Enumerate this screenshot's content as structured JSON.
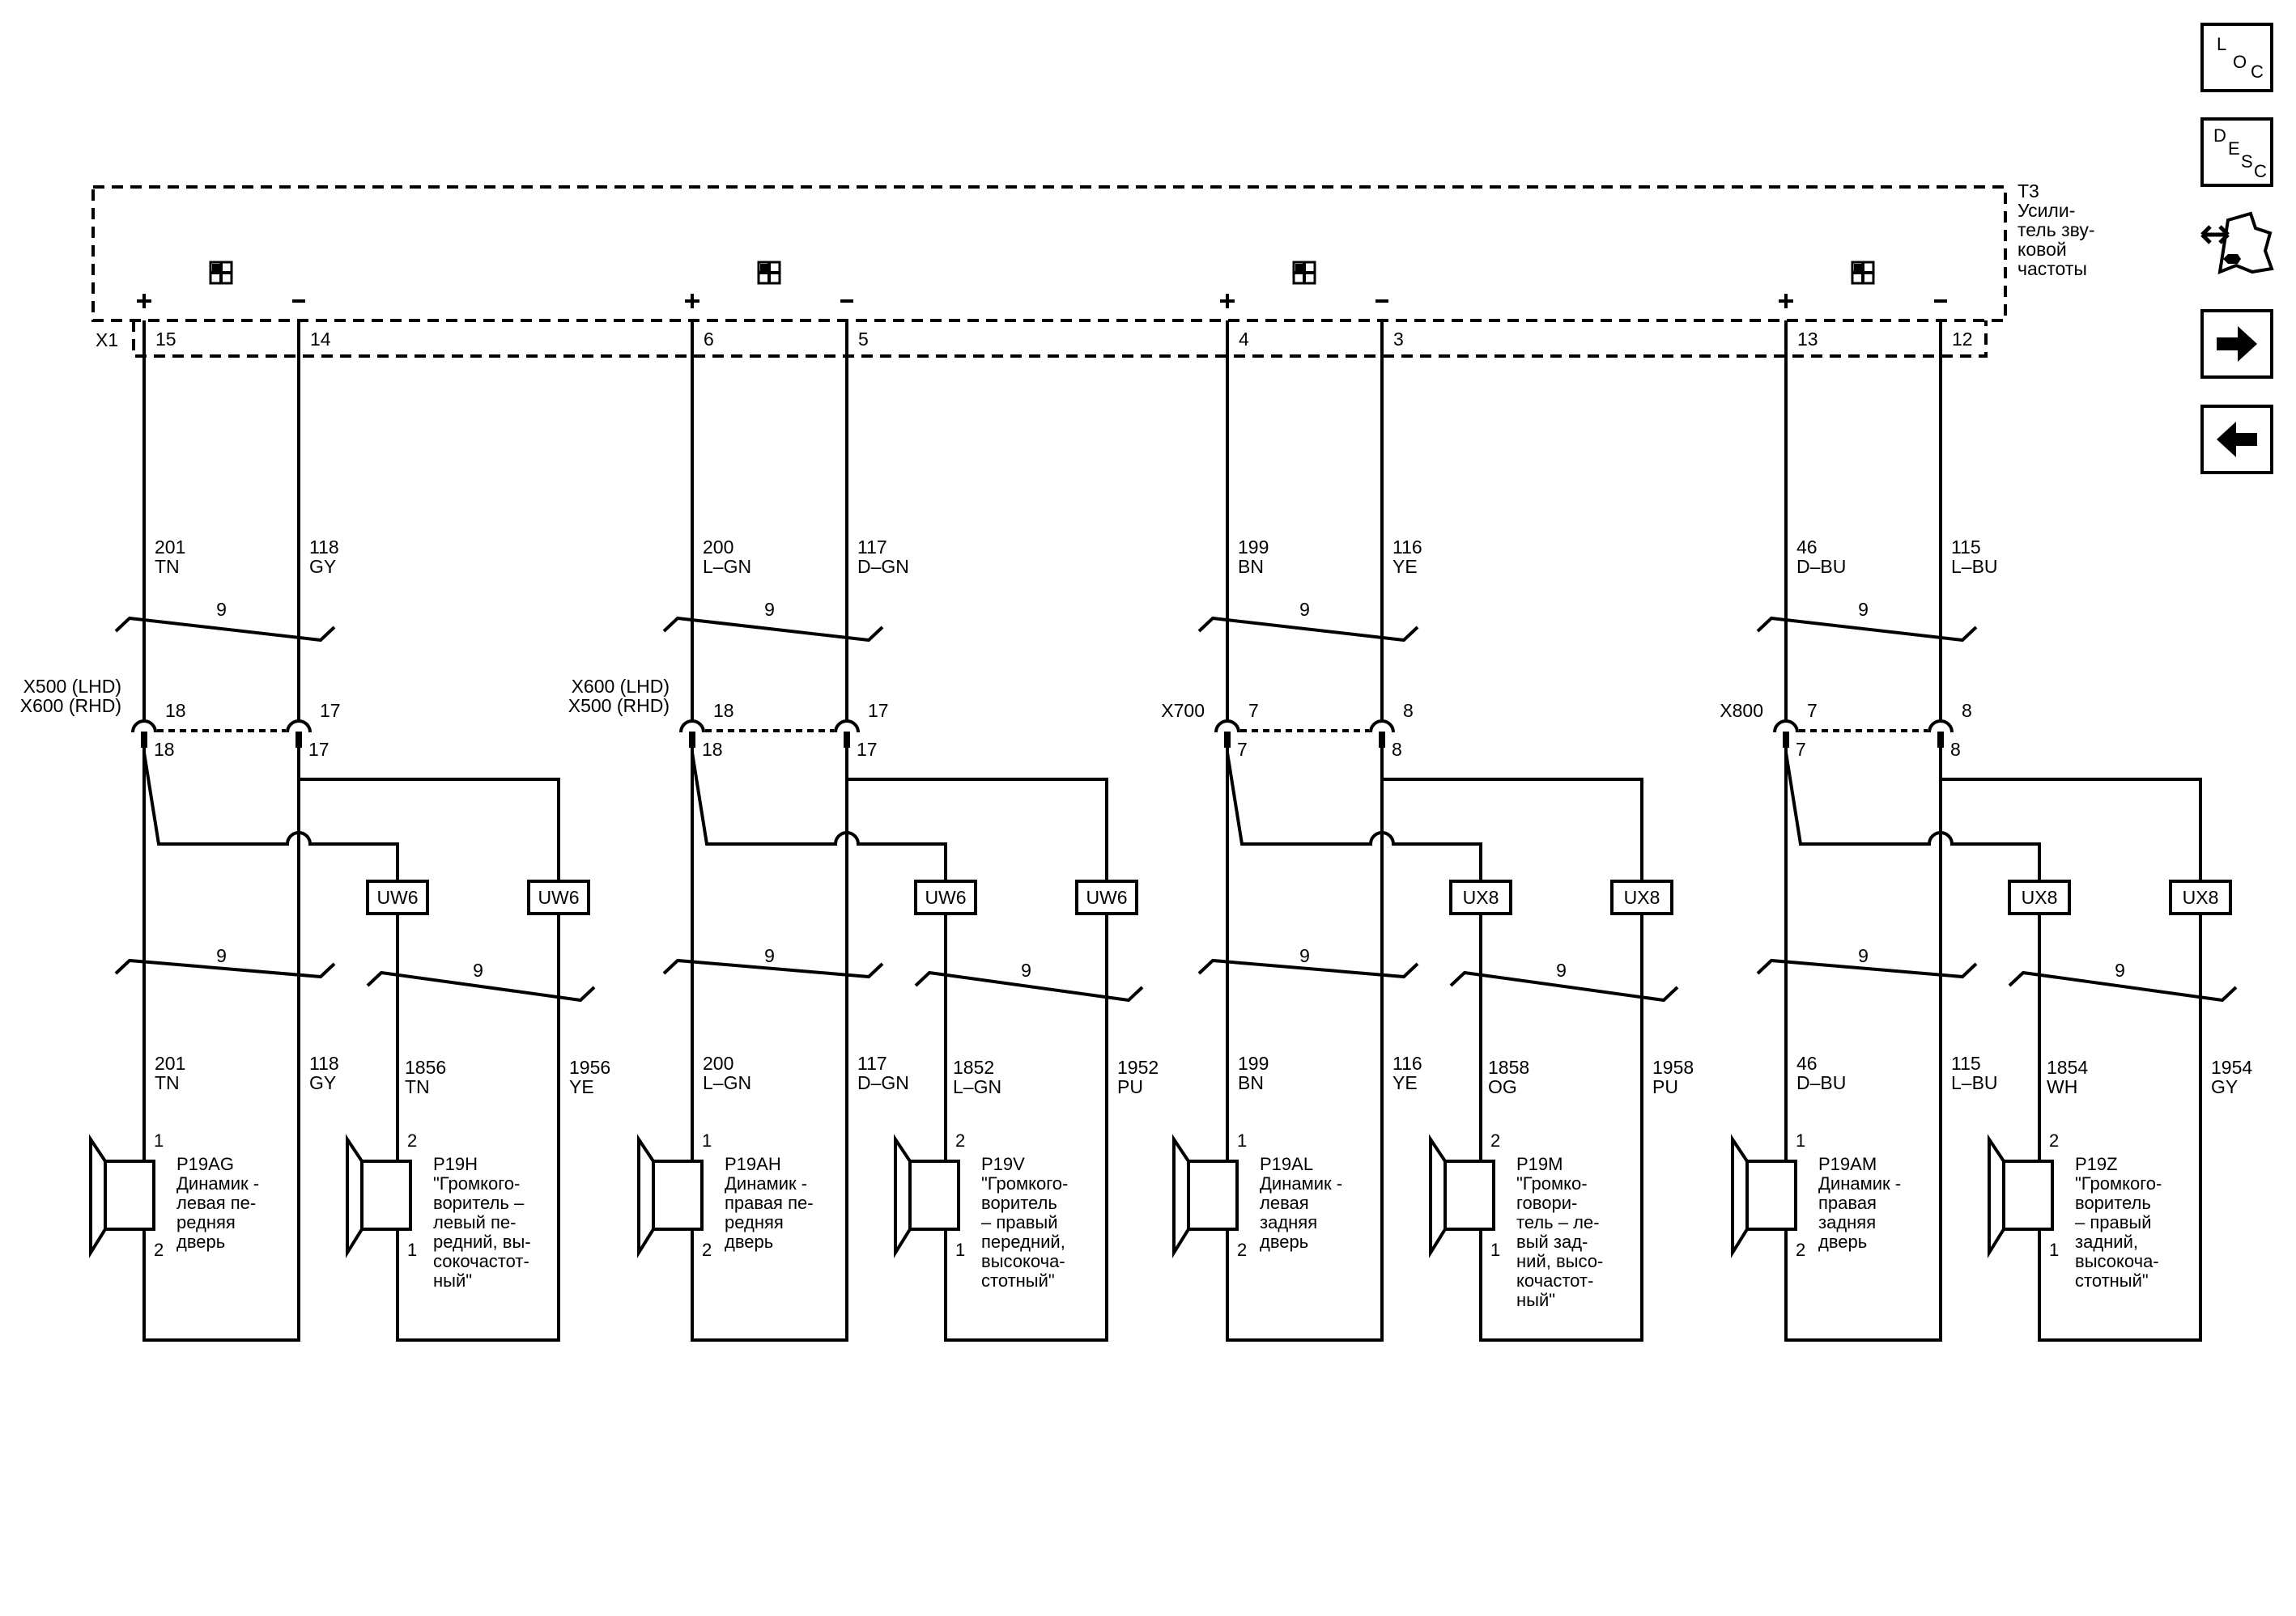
{
  "amplifier": {
    "ref": "T3",
    "name_lines": [
      "Усили-",
      "тель зву-",
      "ковой",
      "частоты"
    ],
    "connector": "X1"
  },
  "buttons": {
    "loc": [
      "L",
      "O",
      "C"
    ],
    "desc": [
      "D",
      "E",
      "S",
      "C"
    ],
    "icon_connector_view": "connector-view-icon",
    "icon_next": "arrow-right-icon",
    "icon_prev": "arrow-left-icon"
  },
  "groups": [
    {
      "plus_pin": "15",
      "minus_pin": "14",
      "wire_plus": [
        "201",
        "TN"
      ],
      "wire_minus": [
        "118",
        "GY"
      ],
      "splice_ref": [
        "X500 (LHD)",
        "X600 (RHD)"
      ],
      "splice_pin_plus": "18",
      "splice_pin_minus": "17",
      "inline": [
        "UW6",
        "UW6"
      ],
      "bundle_count": "9",
      "low_wire_plus": [
        "201",
        "TN"
      ],
      "low_wire_minus": [
        "118",
        "GY"
      ],
      "tweeter_wire_a": [
        "1856",
        "TN"
      ],
      "tweeter_wire_b": [
        "1956",
        "YE"
      ],
      "speaker": {
        "pin_top": "1",
        "pin_bottom": "2",
        "lines": [
          "P19AG",
          "Динамик -",
          "левая пе-",
          "редняя",
          "дверь"
        ]
      },
      "tweeter": {
        "pin_top": "2",
        "pin_bottom": "1",
        "lines": [
          "P19H",
          "\"Громкого-",
          "воритель –",
          "левый пе-",
          "редний, вы-",
          "сокочастот-",
          "ный\""
        ]
      }
    },
    {
      "plus_pin": "6",
      "minus_pin": "5",
      "wire_plus": [
        "200",
        "L–GN"
      ],
      "wire_minus": [
        "117",
        "D–GN"
      ],
      "splice_ref": [
        "X600 (LHD)",
        "X500 (RHD)"
      ],
      "splice_pin_plus": "18",
      "splice_pin_minus": "17",
      "inline": [
        "UW6",
        "UW6"
      ],
      "bundle_count": "9",
      "low_wire_plus": [
        "200",
        "L–GN"
      ],
      "low_wire_minus": [
        "117",
        "D–GN"
      ],
      "tweeter_wire_a": [
        "1852",
        "L–GN"
      ],
      "tweeter_wire_b": [
        "1952",
        "PU"
      ],
      "speaker": {
        "pin_top": "1",
        "pin_bottom": "2",
        "lines": [
          "P19AH",
          "Динамик -",
          "правая пе-",
          "редняя",
          "дверь"
        ]
      },
      "tweeter": {
        "pin_top": "2",
        "pin_bottom": "1",
        "lines": [
          "P19V",
          "\"Громкого-",
          "воритель",
          "– правый",
          "передний,",
          "высокоча-",
          "стотный\""
        ]
      }
    },
    {
      "plus_pin": "4",
      "minus_pin": "3",
      "wire_plus": [
        "199",
        "BN"
      ],
      "wire_minus": [
        "116",
        "YE"
      ],
      "splice_ref": [
        "X700"
      ],
      "splice_pin_plus": "7",
      "splice_pin_minus": "8",
      "inline": [
        "UX8",
        "UX8"
      ],
      "bundle_count": "9",
      "low_wire_plus": [
        "199",
        "BN"
      ],
      "low_wire_minus": [
        "116",
        "YE"
      ],
      "tweeter_wire_a": [
        "1858",
        "OG"
      ],
      "tweeter_wire_b": [
        "1958",
        "PU"
      ],
      "speaker": {
        "pin_top": "1",
        "pin_bottom": "2",
        "lines": [
          "P19AL",
          "Динамик -",
          "левая",
          "задняя",
          "дверь"
        ]
      },
      "tweeter": {
        "pin_top": "2",
        "pin_bottom": "1",
        "lines": [
          "P19M",
          "\"Громко-",
          "говори-",
          "тель – ле-",
          "вый зад-",
          "ний, высо-",
          "кочастот-",
          "ный\""
        ]
      }
    },
    {
      "plus_pin": "13",
      "minus_pin": "12",
      "wire_plus": [
        "46",
        "D–BU"
      ],
      "wire_minus": [
        "115",
        "L–BU"
      ],
      "splice_ref": [
        "X800"
      ],
      "splice_pin_plus": "7",
      "splice_pin_minus": "8",
      "inline": [
        "UX8",
        "UX8"
      ],
      "bundle_count": "9",
      "low_wire_plus": [
        "46",
        "D–BU"
      ],
      "low_wire_minus": [
        "115",
        "L–BU"
      ],
      "tweeter_wire_a": [
        "1854",
        "WH"
      ],
      "tweeter_wire_b": [
        "1954",
        "GY"
      ],
      "speaker": {
        "pin_top": "1",
        "pin_bottom": "2",
        "lines": [
          "P19AM",
          "Динамик -",
          "правая",
          "задняя",
          "дверь"
        ]
      },
      "tweeter": {
        "pin_top": "2",
        "pin_bottom": "1",
        "lines": [
          "P19Z",
          "\"Громкого-",
          "воритель",
          "– правый",
          "задний,",
          "высокоча-",
          "стотный\""
        ]
      }
    }
  ]
}
